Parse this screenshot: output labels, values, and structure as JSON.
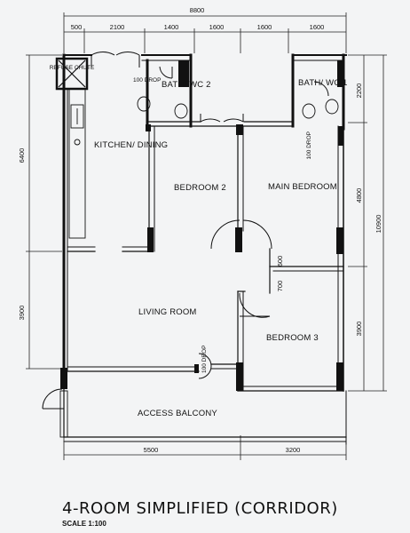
{
  "plan": {
    "title": "4-ROOM SIMPLIFIED (CORRIDOR)",
    "scale": "SCALE 1:100",
    "dimensions": {
      "top_overall": "8800",
      "top_segments": [
        "500",
        "2100",
        "1400",
        "1600",
        "1600",
        "1600"
      ],
      "left_upper": "6400",
      "left_lower": "3900",
      "right_inner": [
        "2200",
        "4800",
        "3900"
      ],
      "right_overall": "10900",
      "bottom_segments": [
        "5500",
        "3200"
      ],
      "closet_top": "600",
      "closet_bottom": "700"
    },
    "rooms": {
      "refuse_chute": "REFUSE CHUTE",
      "bath_wc2": "BATH/ WC 2",
      "bath_wc1": "BATH/ WC 1",
      "kitchen_dining": "KITCHEN/ DINING",
      "bedroom2": "BEDROOM 2",
      "main_bedroom": "MAIN BEDROOM",
      "living_room": "LIVING ROOM",
      "bedroom3": "BEDROOM 3",
      "access_balcony": "ACCESS BALCONY"
    },
    "notes": {
      "drop_wc2": "100 DROP",
      "drop_wc1": "100 DROP",
      "drop_entry": "100 DROP"
    }
  }
}
